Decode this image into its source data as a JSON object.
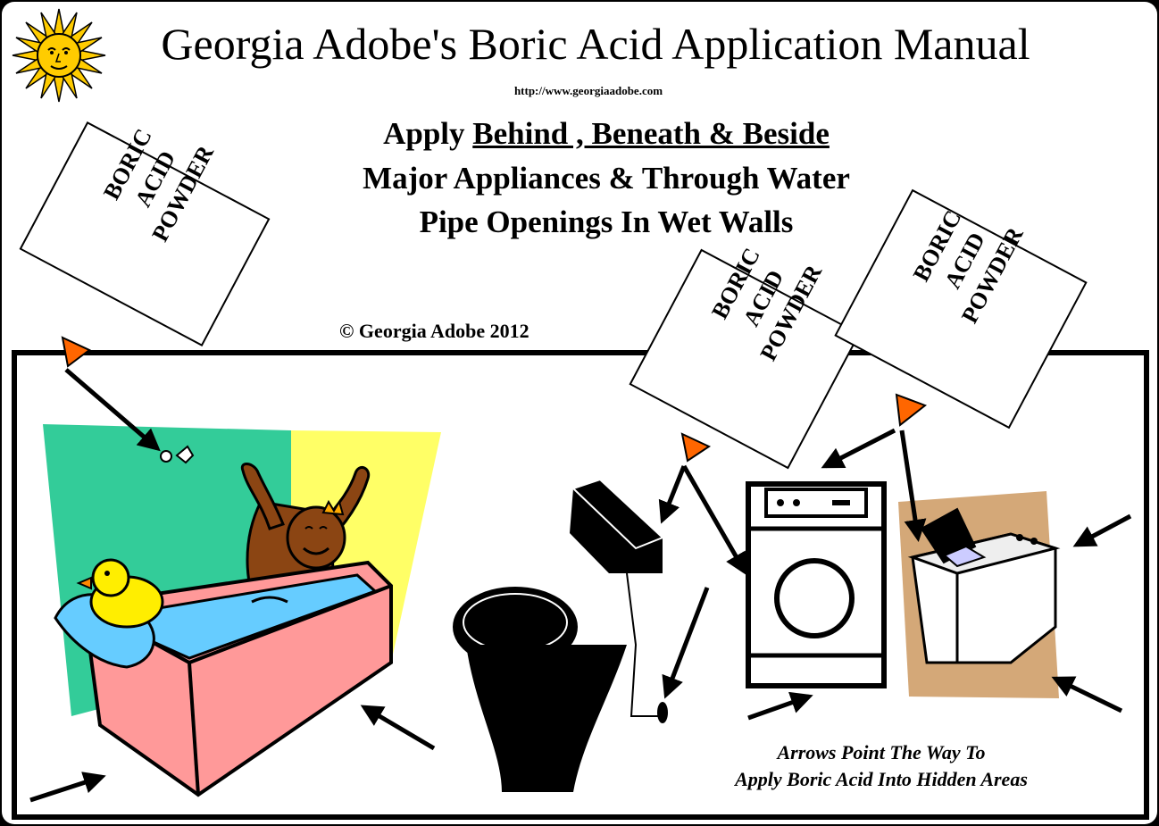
{
  "header": {
    "title": "Georgia Adobe's Boric Acid Application Manual",
    "url": "http://www.georgiaadobe.com"
  },
  "headline": {
    "apply": "Apply ",
    "emphasis": "Behind , Beneath & Beside",
    "line2": "Major Appliances & Through Water",
    "line3": "Pipe Openings In Wet Walls"
  },
  "copyright": "© Georgia Adobe 2012",
  "boxes": {
    "left": {
      "line1": "BORIC",
      "line2": "ACID",
      "line3": "POWDER"
    },
    "middle": {
      "line1": "BORIC",
      "line2": "ACID",
      "line3": "POWDER"
    },
    "right": {
      "line1": "BORIC",
      "line2": "ACID",
      "line3": "POWDER"
    }
  },
  "caption": {
    "line1": "Arrows Point The Way To",
    "line2": "Apply Boric Acid Into Hidden Areas"
  },
  "colors": {
    "background": "#000000",
    "sheet": "#ffffff",
    "wall_green": "#33cc99",
    "wall_yellow": "#ffff66",
    "tub": "#ff9999",
    "water": "#66ccff",
    "bear": "#8b4513",
    "duck": "#ffee00",
    "nozzle": "#ff6600",
    "washer_bg": "#d4a878",
    "sun": "#ffcc00"
  },
  "icons": [
    "sun-logo-icon",
    "arrow-icon",
    "fly-icon"
  ]
}
